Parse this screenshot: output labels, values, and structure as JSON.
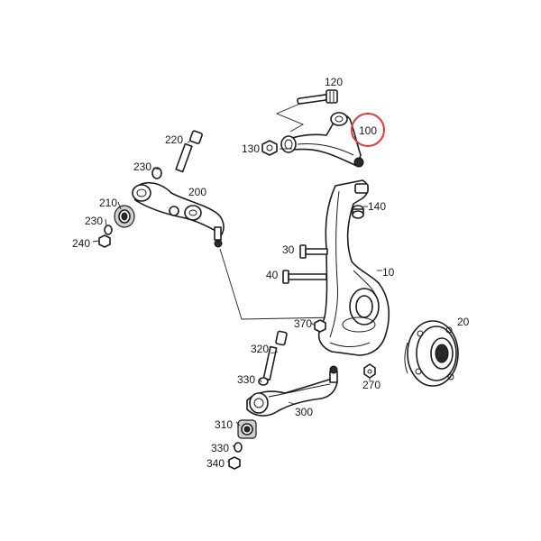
{
  "labels": {
    "p120": "120",
    "p100": "100",
    "p130": "130",
    "p220": "220",
    "p230a": "230",
    "p200": "200",
    "p210": "210",
    "p230b": "230",
    "p240": "240",
    "p140": "140",
    "p30": "30",
    "p40": "40",
    "p10": "10",
    "p20": "20",
    "p370": "370",
    "p320": "320",
    "p330a": "330",
    "p270": "270",
    "p300": "300",
    "p310": "310",
    "p330b": "330",
    "p340": "340"
  },
  "highlight": {
    "color": "#e53935"
  }
}
